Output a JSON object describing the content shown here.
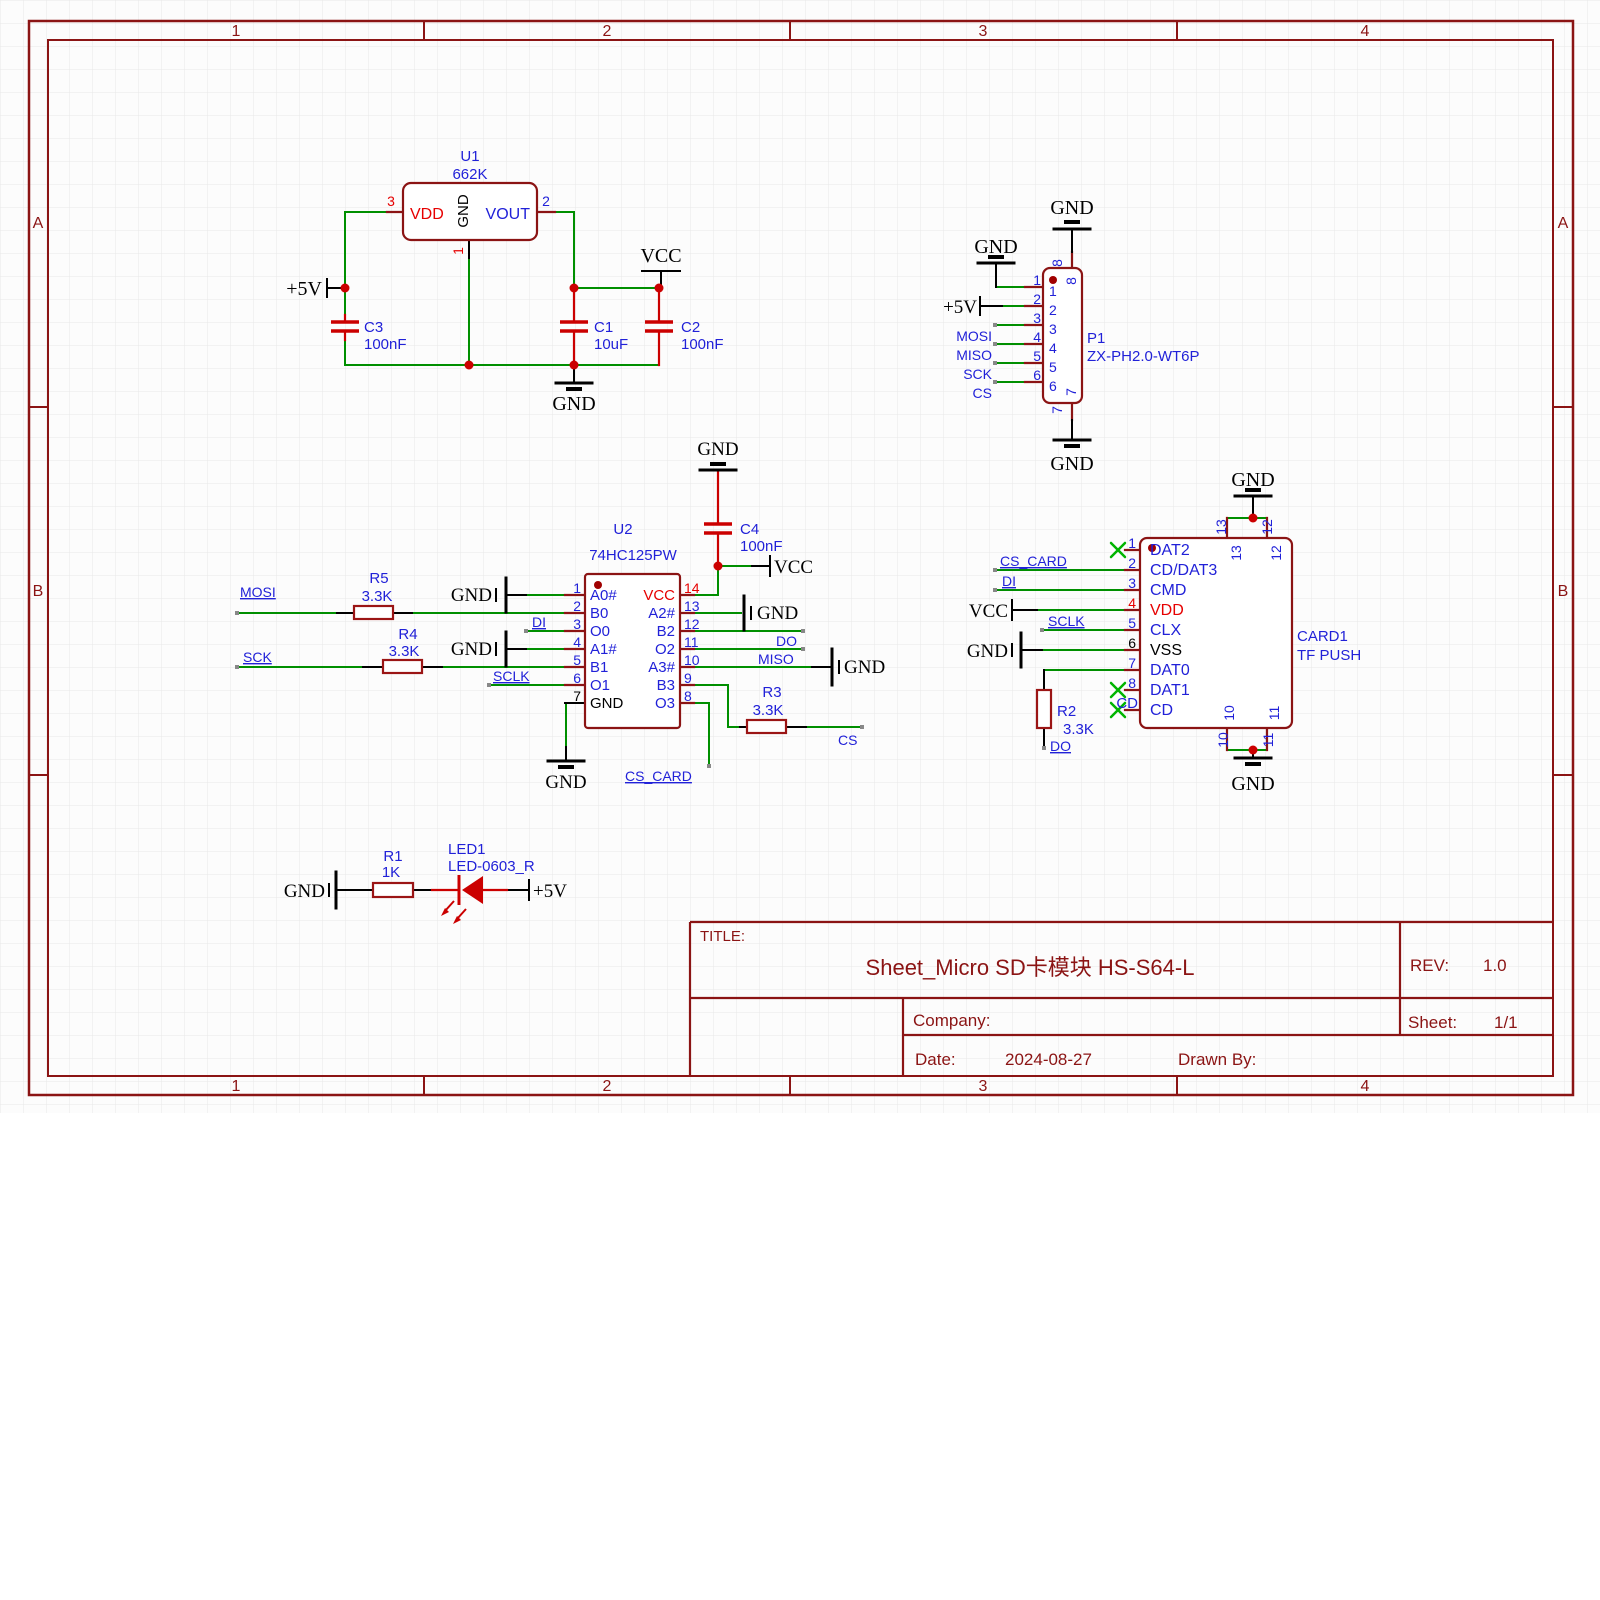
{
  "frame": {
    "c1": "1",
    "c2": "2",
    "c3": "3",
    "c4": "4",
    "ra": "A",
    "rb": "B"
  },
  "tb": {
    "title_label": "TITLE:",
    "title": "Sheet_Micro SD卡模块 HS-S64-L",
    "rev_label": "REV:",
    "rev": "1.0",
    "company_label": "Company:",
    "sheet_label": "Sheet:",
    "sheet": "1/1",
    "date_label": "Date:",
    "date": "2024-08-27",
    "drawn_label": "Drawn By:"
  },
  "pwr": {
    "v5": "+5V",
    "vcc": "VCC",
    "gnd": "GND"
  },
  "u1": {
    "ref": "U1",
    "value": "662K",
    "pin_vdd": "VDD",
    "pin_gnd": "GND",
    "pin_vout": "VOUT",
    "n1": "1",
    "n2": "2",
    "n3": "3"
  },
  "u2": {
    "ref": "U2",
    "value": "74HC125PW",
    "ln": [
      "1",
      "2",
      "3",
      "4",
      "5",
      "6",
      "7"
    ],
    "lp": [
      "A0#",
      "B0",
      "O0",
      "A1#",
      "B1",
      "O1",
      "GND"
    ],
    "rn": [
      "14",
      "13",
      "12",
      "11",
      "10",
      "9",
      "8"
    ],
    "rp": [
      "VCC",
      "A2#",
      "B2",
      "O2",
      "A3#",
      "B3",
      "O3"
    ]
  },
  "p1": {
    "ref": "P1",
    "value": "ZX-PH2.0-WT6P",
    "n": [
      "1",
      "2",
      "3",
      "4",
      "5",
      "6"
    ],
    "p7": "7",
    "p8": "8"
  },
  "card1": {
    "ref": "CARD1",
    "value": "TF PUSH",
    "n": [
      "1",
      "2",
      "3",
      "4",
      "5",
      "6",
      "7",
      "8",
      "CD"
    ],
    "names": [
      "DAT2",
      "CD/DAT3",
      "CMD",
      "VDD",
      "CLX",
      "VSS",
      "DAT0",
      "DAT1",
      "CD"
    ],
    "t13": "13",
    "t12": "12",
    "b10": "10",
    "b11": "11"
  },
  "caps": {
    "c1_ref": "C1",
    "c1_val": "10uF",
    "c2_ref": "C2",
    "c2_val": "100nF",
    "c3_ref": "C3",
    "c3_val": "100nF",
    "c4_ref": "C4",
    "c4_val": "100nF"
  },
  "res": {
    "r1_ref": "R1",
    "r1_val": "1K",
    "r2_ref": "R2",
    "r2_val": "3.3K",
    "r3_ref": "R3",
    "r3_val": "3.3K",
    "r4_ref": "R4",
    "r4_val": "3.3K",
    "r5_ref": "R5",
    "r5_val": "3.3K"
  },
  "led": {
    "ref": "LED1",
    "value": "LED-0603_R"
  },
  "nets": {
    "mosi": "MOSI",
    "miso": "MISO",
    "sck": "SCK",
    "cs": "CS",
    "di": "DI",
    "sclk": "SCLK",
    "dout": "DO",
    "cs_card": "CS_CARD"
  }
}
